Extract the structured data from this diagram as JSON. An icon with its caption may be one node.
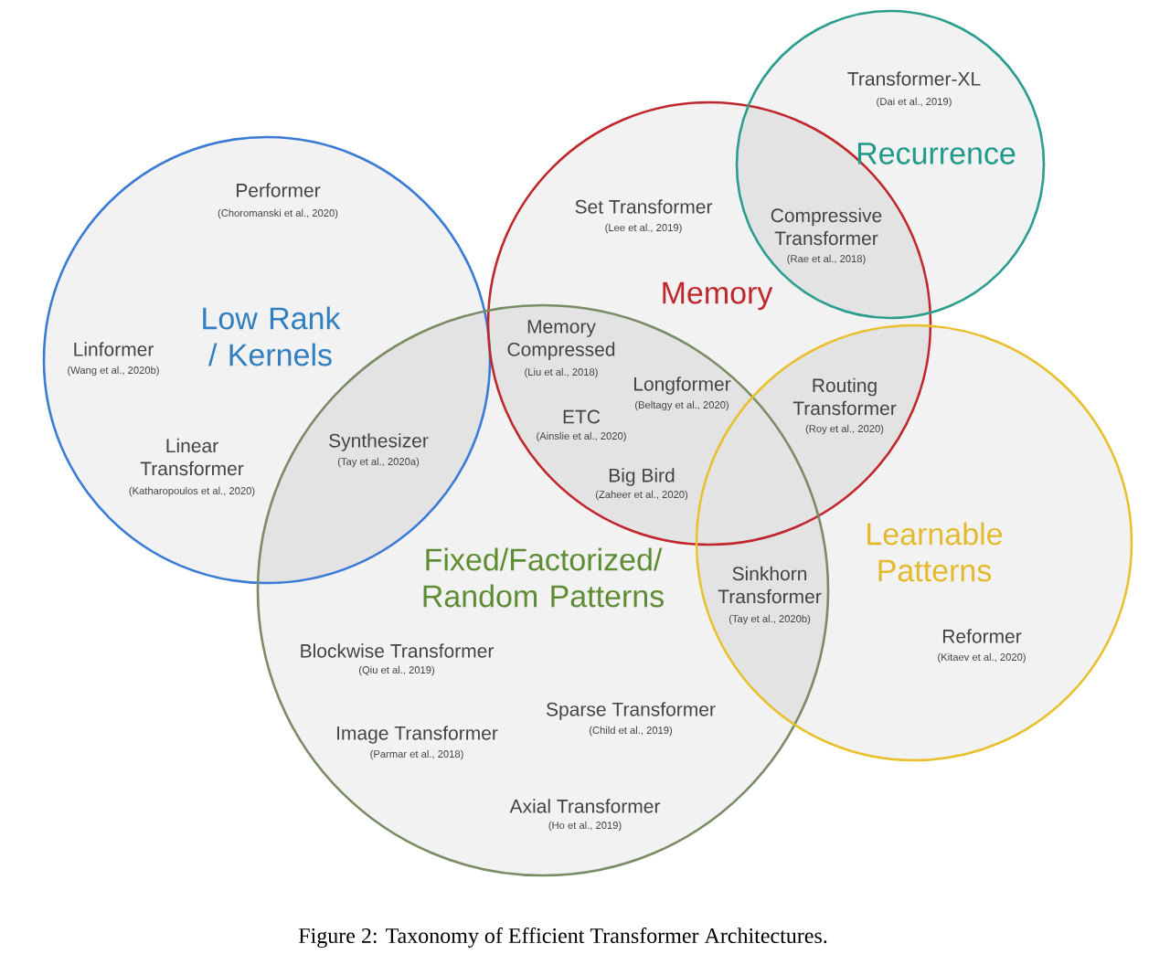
{
  "diagram": {
    "caption": "Figure 2: Taxonomy of Efficient Transformer Architectures.",
    "nodes": [
      {
        "text": [
          "Low Rank / Kernels"
        ]
      },
      {
        "text": [
          "Memory"
        ]
      },
      {
        "text": [
          "Recurrence"
        ]
      },
      {
        "text": [
          "Fixed/Factorized/ Random Patterns"
        ]
      },
      {
        "text": [
          "Learnable Patterns"
        ]
      }
    ],
    "edges": [],
    "labels": [
      "Transformer-XL",
      "(Dai et al., 2019)",
      "Performer",
      "(Choromanski et al., 2020)",
      "Set Transformer",
      "(Lee et al., 2019)",
      "Compressive Transformer",
      "(Rae et al., 2018)",
      "Memory Compressed",
      "(Liu et al., 2018)",
      "Linformer",
      "(Wang et al., 2020b)",
      "Routing Transformer",
      "(Roy et al., 2020)",
      "Longformer",
      "(Beltagy et al., 2020)",
      "ETC",
      "(Ainslie et al., 2020)",
      "Synthesizer",
      "(Tay et al., 2020a)",
      "Linear Transformer",
      "(Katharopoulos et al., 2020)",
      "Big Bird",
      "(Zaheer et al., 2020)",
      "Sinkhorn Transformer",
      "(Tay et al., 2020b)",
      "Reformer",
      "(Kitaev et al., 2020)",
      "Blockwise Transformer",
      "(Qiu et al., 2019)",
      "Sparse Transformer",
      "(Child et al., 2019)",
      "Image Transformer",
      "(Parmar et al., 2018)",
      "Axial Transformer",
      "(Ho et al., 2019)"
    ]
  }
}
